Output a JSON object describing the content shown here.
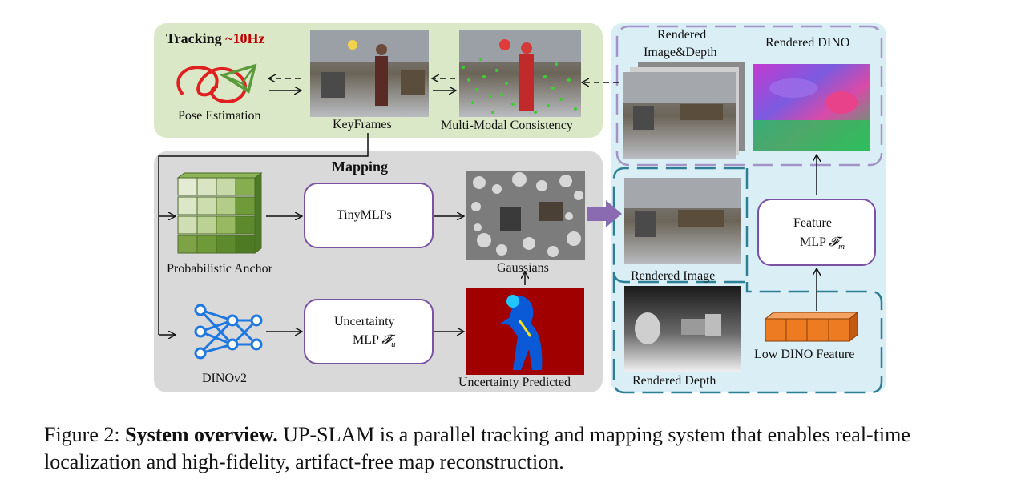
{
  "tracking": {
    "title": "Tracking",
    "rate": "~10Hz",
    "pose_label": "Pose Estimation",
    "keyframes_label": "KeyFrames",
    "consistency_label": "Multi-Modal Consistency"
  },
  "mapping": {
    "title": "Mapping",
    "anchor_label": "Probabilistic Anchor",
    "tinymlps_label": "TinyMLPs",
    "gaussians_label": "Gaussians",
    "dino_label": "DINOv2",
    "uncertainty_mlp_line1": "Uncertainty",
    "uncertainty_mlp_line2": "MLP",
    "uncertainty_symbol": "𝓕",
    "uncertainty_sub": "u",
    "uncertainty_pred_label": "Uncertainty Predicted"
  },
  "rendering": {
    "rendered_imgdepth_line1": "Rendered",
    "rendered_imgdepth_line2": "Image&Depth",
    "rendered_dino_label": "Rendered DINO",
    "rendered_image_label": "Rendered Image",
    "rendered_depth_label": "Rendered Depth",
    "feature_mlp_line1": "Feature",
    "feature_mlp_line2": "MLP",
    "feature_symbol": "𝓕",
    "feature_sub": "m",
    "low_dino_label": "Low DINO Feature"
  },
  "caption": {
    "prefix": "Figure 2: ",
    "bold": "System overview.",
    "text": " UP-SLAM is a parallel tracking and mapping system that enables real-time localization and high-fidelity, artifact-free map reconstruction."
  },
  "colors": {
    "tracking_bg": "#dbe8c7",
    "mapping_bg": "#d9d9d9",
    "render_bg": "#daeef5",
    "purple": "#7a52a3",
    "teal_dash": "#2d7f95",
    "lavender_dash": "#a394c8",
    "green_cube": "#6f9a3a",
    "orange_cube": "#ec7b22",
    "dino_blue": "#1f78e0",
    "pose_red": "#e02020",
    "pose_green": "#5b9a3a"
  }
}
